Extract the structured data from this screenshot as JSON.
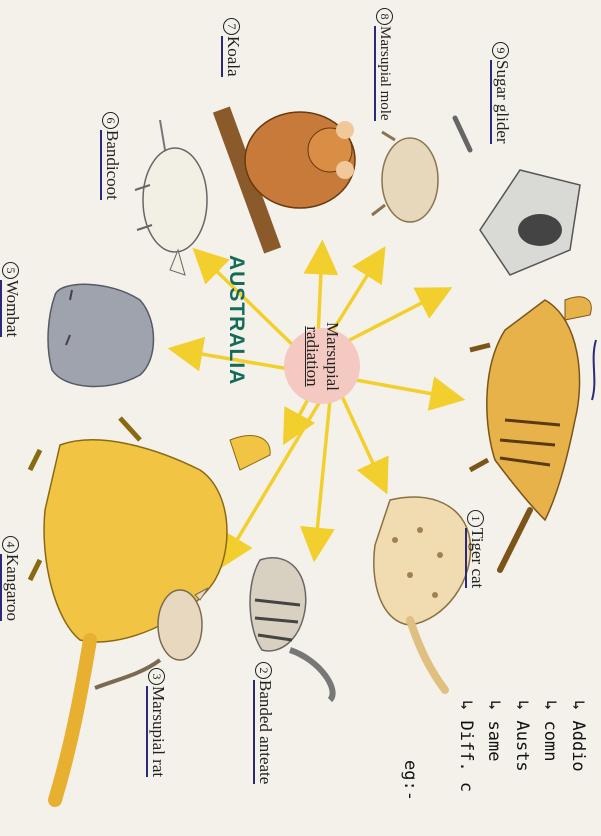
{
  "title": "Marsupial radiation",
  "title_line1": "Marsupial",
  "title_line2": "radiation",
  "continent": "AUSTRALIA",
  "colors": {
    "arrow": "#f3cf2e",
    "center": "#f4c9c1",
    "continent": "#156b5a",
    "underline": "#2a2a7a"
  },
  "animals": {
    "sugar_glider": {
      "num": "9",
      "label": "Sugar glider"
    },
    "marsupial_mole": {
      "num": "8",
      "label": "Marsupial mole"
    },
    "koala": {
      "num": "7",
      "label": "Koala"
    },
    "bandicoot": {
      "num": "6",
      "label": "Bandicoot"
    },
    "wombat": {
      "num": "5",
      "label": "Wombat"
    },
    "kangaroo": {
      "num": "4",
      "label": "Kangaroo"
    },
    "marsupial_rat": {
      "num": "3",
      "label": "Marsupial rat"
    },
    "banded_anteater": {
      "num": "2",
      "label": "Banded anteate"
    },
    "tiger_cat": {
      "num": "1",
      "label": "Tiger cat"
    }
  },
  "notes": [
    "Addio",
    "comn",
    "Austs",
    "same",
    "Diff. c"
  ],
  "example": "eg:-"
}
